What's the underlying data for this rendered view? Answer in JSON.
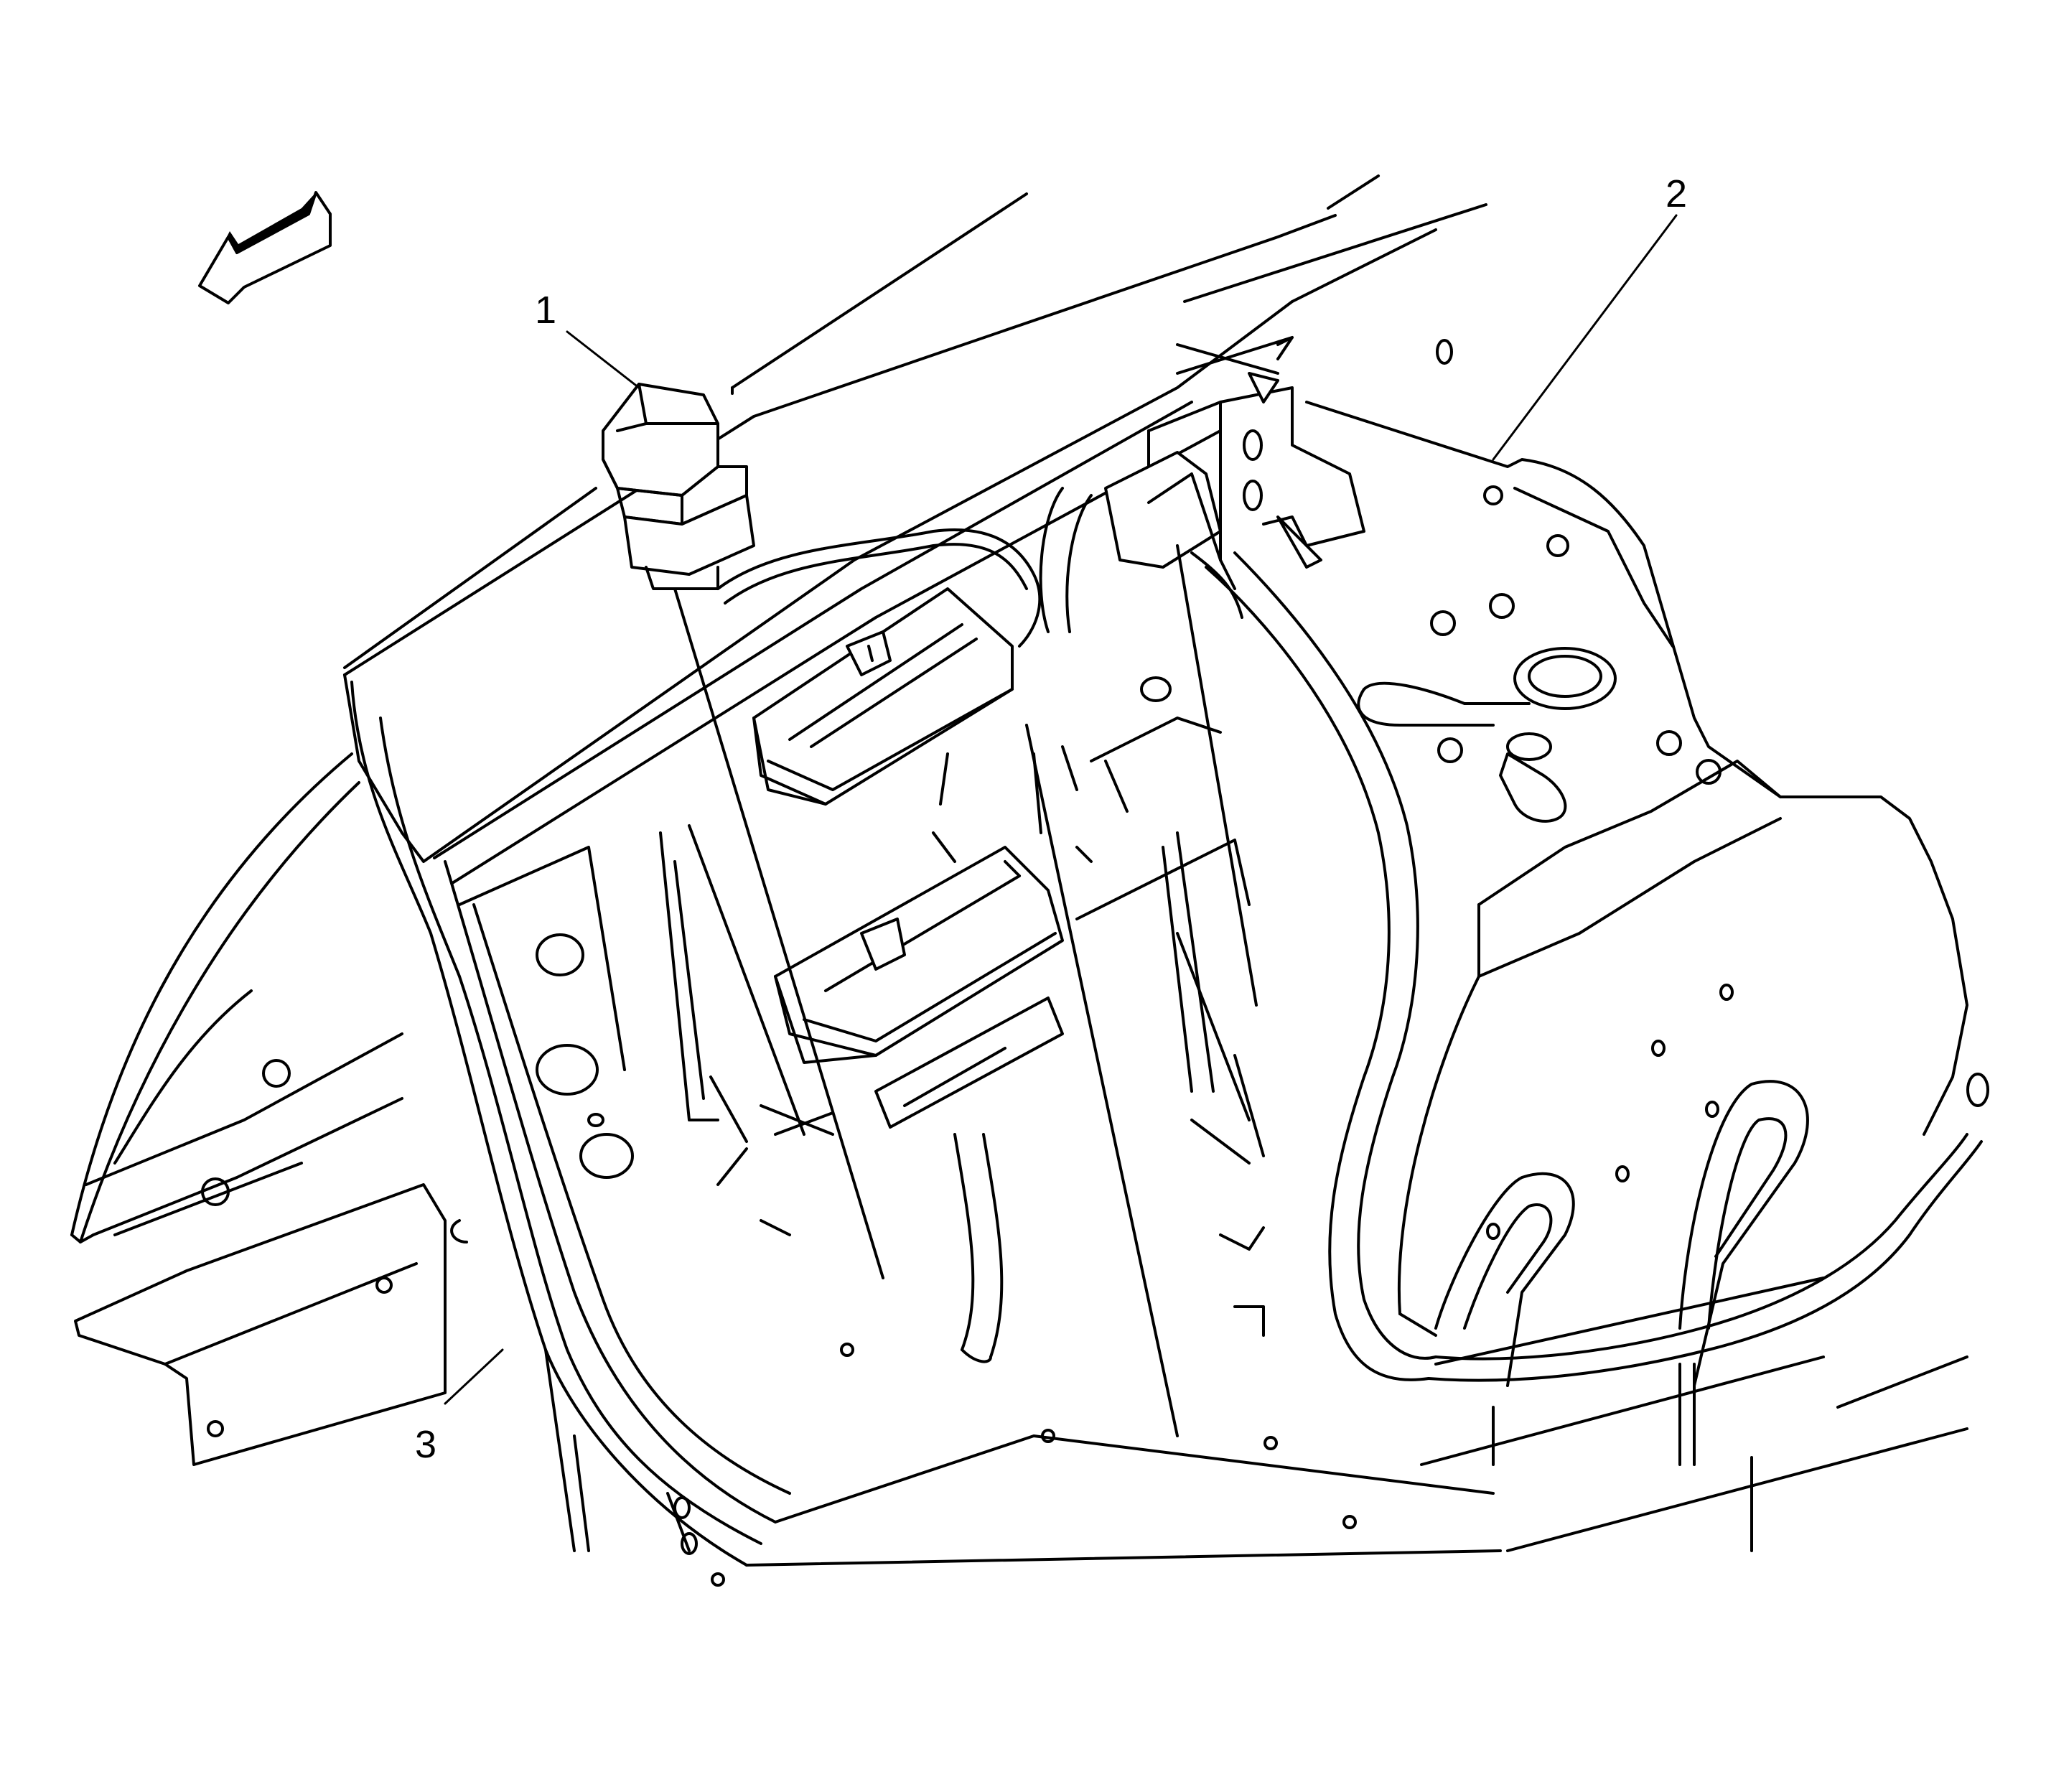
{
  "callouts": [
    {
      "id": "callout-1",
      "label": "1"
    },
    {
      "id": "callout-2",
      "label": "2"
    },
    {
      "id": "callout-3",
      "label": "3"
    }
  ],
  "colors": {
    "ink": "#000000",
    "paper": "#ffffff"
  },
  "icons": {
    "direction": "front-arrow-icon"
  }
}
